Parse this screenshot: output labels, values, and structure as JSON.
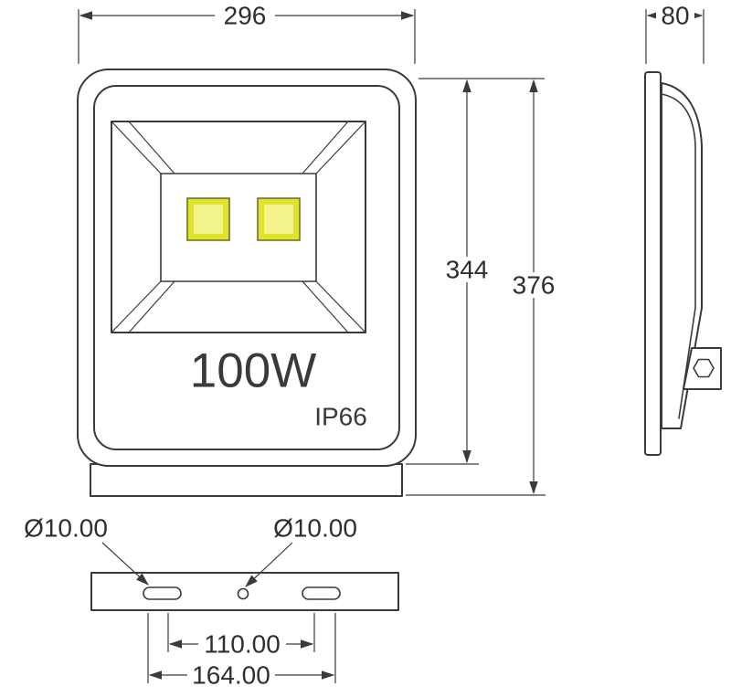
{
  "front_view": {
    "power_label": "100W",
    "ip_rating": "IP66"
  },
  "dimensions": {
    "width_mm": "296",
    "depth_mm": "80",
    "body_height_mm": "344",
    "total_height_mm": "376",
    "left_slot_diameter": "Ø10.00",
    "center_hole_diameter": "Ø10.00",
    "slot_center_spacing": "110.00",
    "slot_outer_spacing": "164.00"
  },
  "colors": {
    "line": "#3a3a3a",
    "text": "#2e2e2e",
    "led_chip": "#dfe22f",
    "led_chip_core": "#f3f489",
    "background": "#ffffff"
  }
}
